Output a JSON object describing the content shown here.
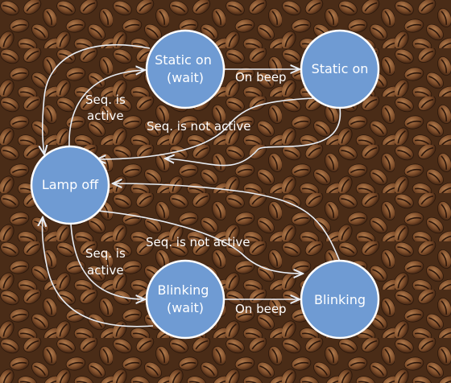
{
  "diagram": {
    "nodes": {
      "static_wait": [
        "Static on",
        "(wait)"
      ],
      "static_on": [
        "Static on"
      ],
      "lamp_off": [
        "Lamp off"
      ],
      "blink_wait": [
        "Blinking",
        "(wait)"
      ],
      "blinking": [
        "Blinking"
      ]
    },
    "edge_labels": {
      "seq_active_top": [
        "Seq. is",
        "active"
      ],
      "on_beep_top": "On beep",
      "seq_not_active_top": "Seq. is not active",
      "seq_active_bottom": [
        "Seq. is",
        "active"
      ],
      "seq_not_active_bottom": "Seq. is not active",
      "on_beep_bottom": "On beep"
    },
    "colors": {
      "node_fill": "#6f9bd3",
      "node_stroke": "#ffffff",
      "edge": "#e9eef5",
      "background": "#5a3a22"
    }
  }
}
